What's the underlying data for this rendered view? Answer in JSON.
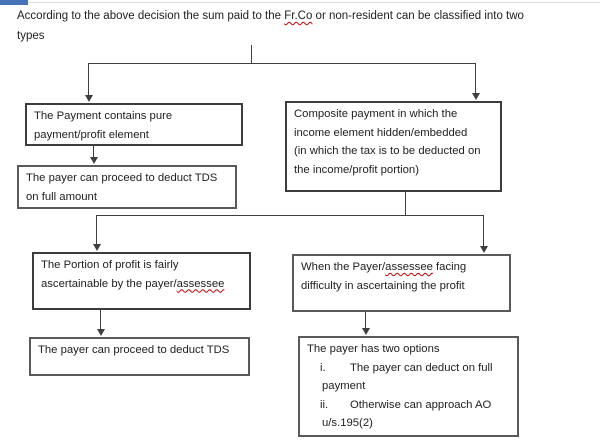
{
  "intro": {
    "line1_segments": [
      {
        "text": "According to the above decision the sum paid to the "
      },
      {
        "text": "Fr.Co",
        "misspelled": true
      },
      {
        "text": " or non-resident can be classified into two"
      }
    ],
    "line2": "types"
  },
  "boxes": {
    "pure_payment": {
      "line1": "The Payment contains pure",
      "line2": "payment/profit element"
    },
    "deduct_full": {
      "line1": "The payer can proceed to deduct TDS",
      "line2": "on full amount"
    },
    "composite": {
      "line1": "Composite payment in which the",
      "line2": "income element hidden/embedded",
      "line3": "(in which the tax is to be deducted on",
      "line4": "the income/profit portion)"
    },
    "profit_ascertainable": {
      "line1": "The Portion of profit is fairly",
      "line2_prefix": "ascertainable by the payer/",
      "line2_misspelled": "assessee"
    },
    "payer_difficulty": {
      "line1_prefix": "When the Payer/",
      "line1_misspelled": "assessee",
      "line1_suffix": " facing",
      "line2": "difficulty in ascertaining the profit"
    },
    "deduct_tds": {
      "line1": "The payer can proceed to deduct TDS"
    },
    "two_options": {
      "title": "The payer has two options",
      "items": [
        {
          "numeral": "i.",
          "line1": "The payer can deduct on full",
          "line2": "payment"
        },
        {
          "numeral": "ii.",
          "line1": "Otherwise can approach AO",
          "line2": "u/s.195(2)"
        }
      ]
    }
  },
  "colors": {
    "box_border_dark": "#3d3d3d",
    "box_border_gray": "#5a5a5a",
    "connector": "#3f3f3f",
    "misspell_underline": "#c00000",
    "accent_bar": "#4673b8",
    "text": "#212121"
  }
}
